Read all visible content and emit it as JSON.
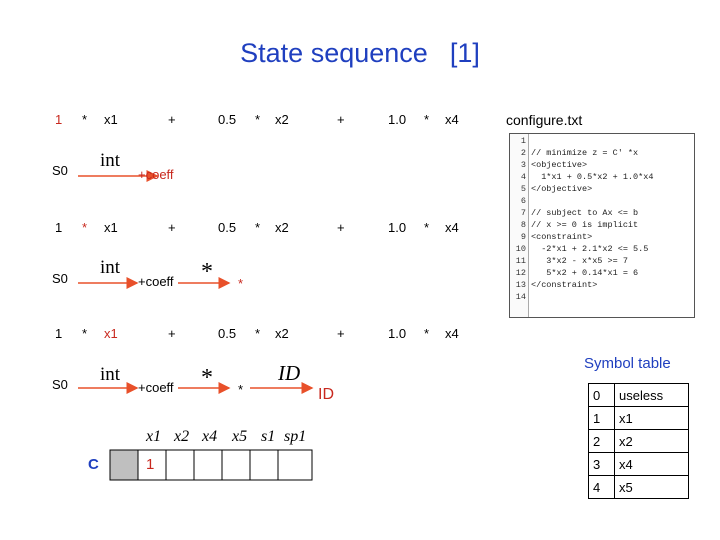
{
  "title": {
    "main": "State sequence",
    "ref": "[1]"
  },
  "rows": [
    {
      "tokens": [
        "1",
        "*",
        "x1",
        "+",
        "0.5",
        "*",
        "x2",
        "+",
        "1.0",
        "*",
        "x4"
      ]
    },
    {
      "tokens": [
        "1",
        "*",
        "x1",
        "+",
        "0.5",
        "*",
        "x2",
        "+",
        "1.0",
        "*",
        "x4"
      ]
    },
    {
      "tokens": [
        "1",
        "*",
        "x1",
        "+",
        "0.5",
        "*",
        "x2",
        "+",
        "1.0",
        "*",
        "x4"
      ]
    }
  ],
  "states": [
    {
      "s0": "S0",
      "int": "int",
      "coeff": "+coeff"
    },
    {
      "s0": "S0",
      "int": "int",
      "coeff": "+coeff",
      "star": "*",
      "star2": "*"
    },
    {
      "s0": "S0",
      "int": "int",
      "coeff": "+coeff",
      "star": "*",
      "star2": "*",
      "id_italic": "ID",
      "id_label": "ID"
    }
  ],
  "config": {
    "filename": "configure.txt",
    "lines": [
      {
        "n": "1",
        "text": ""
      },
      {
        "n": "2",
        "text": "// minimize z = C' *x"
      },
      {
        "n": "3",
        "text": "<objective>"
      },
      {
        "n": "4",
        "text": "  1*x1 + 0.5*x2 + 1.0*x4"
      },
      {
        "n": "5",
        "text": "</objective>"
      },
      {
        "n": "6",
        "text": ""
      },
      {
        "n": "7",
        "text": "// subject to Ax <= b"
      },
      {
        "n": "8",
        "text": "// x >= 0 is implicit"
      },
      {
        "n": "9",
        "text": "<constraint>"
      },
      {
        "n": "10",
        "text": "  -2*x1 + 2.1*x2 <= 5.5"
      },
      {
        "n": "11",
        "text": "   3*x2 - x*x5 >= 7"
      },
      {
        "n": "12",
        "text": "   5*x2 + 0.14*x1 = 6"
      },
      {
        "n": "13",
        "text": "</constraint>"
      },
      {
        "n": "14",
        "text": ""
      }
    ]
  },
  "symbol_table": {
    "title": "Symbol table",
    "rows": [
      {
        "idx": "0",
        "name": "useless"
      },
      {
        "idx": "1",
        "name": "x1"
      },
      {
        "idx": "2",
        "name": "x2"
      },
      {
        "idx": "3",
        "name": "x4"
      },
      {
        "idx": "4",
        "name": "x5"
      }
    ]
  },
  "c_array": {
    "label": "C",
    "headers": [
      "x1",
      "x2",
      "x4",
      "x5",
      "s1",
      "sp1"
    ],
    "first_value": "1"
  },
  "colors": {
    "blue": "#1f3fbf",
    "red": "#c8281e",
    "arrow": "#e8502a",
    "gray_cell": "#bfbfbf"
  }
}
